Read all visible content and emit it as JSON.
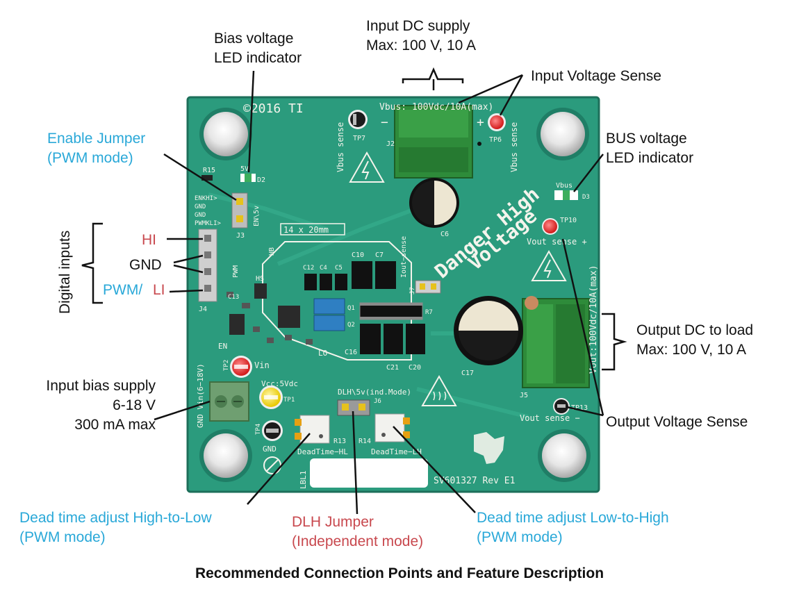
{
  "caption": "Recommended Connection Points and Feature Description",
  "colors": {
    "board": "#2b9b7d",
    "board_dark": "#1f7e66",
    "silkscreen": "#f4f4ec",
    "connector_green": "#2e8b3a",
    "callout_blue": "#29a8d8",
    "callout_red": "#c8484e",
    "callout_black": "#111111"
  },
  "callouts": {
    "bias_led": {
      "line1": "Bias voltage",
      "line2": "LED indicator"
    },
    "input_dc": {
      "line1": "Input  DC supply",
      "line2": "Max:  100 V, 10 A"
    },
    "input_sense": "Input  Voltage Sense",
    "bus_led": {
      "line1": "BUS voltage",
      "line2": "LED indicator"
    },
    "enable_jumper": {
      "line1": "Enable  Jumper",
      "line2": "(PWM mode)"
    },
    "digital_inputs": {
      "title": "Digital inputs",
      "hi": "HI",
      "gnd": "GND",
      "pwm": "PWM/",
      "li": "LI"
    },
    "output_dc": {
      "line1": "Output  DC to load",
      "line2": "Max:  100 V, 10 A"
    },
    "input_bias": {
      "line1": "Input  bias supply",
      "line2": "6-18 V",
      "line3": "300 mA max"
    },
    "output_sense": "Output  Voltage Sense",
    "deadtime_hl": {
      "line1": "Dead time  adjust  High-to-Low",
      "line2": "(PWM mode)"
    },
    "dlh_jumper": {
      "line1": "DLH Jumper",
      "line2": "(Independent  mode)"
    },
    "deadtime_lh": {
      "line1": "Dead time  adjust  Low-to-High",
      "line2": "(PWM mode)"
    }
  },
  "silkscreen": {
    "copyright": "©2016  TI",
    "vbus_rating": "Vbus: 100Vdc/10A(max)",
    "tp7": "TP7",
    "tp6": "TP6",
    "j2": "J2",
    "vbus_sense_left": "Vbus sense",
    "vbus_sense_right": "Vbus sense",
    "minus": "−",
    "plus": "+",
    "r15": "R15",
    "d2_5v": "5V",
    "d2": "D2",
    "en_hi": "ENKHI>",
    "gnd1": "GND",
    "gnd2": "GND",
    "pwm_li": "PWMKLI>",
    "en5v": "EN\\5v",
    "j3": "J3",
    "j4": "J4",
    "size": "14 x 20mm",
    "hb": "HB",
    "pwm": "PWM",
    "c6": "C6",
    "iout_sense": "Iout−sense",
    "j7": "J7",
    "danger1": "Danger  High",
    "danger2": "Voltage",
    "vbus_led": "Vbus",
    "d3": "D3",
    "tp10": "TP10",
    "vout_sense_top": "Vout sense  +",
    "c10": "C10",
    "c7": "C7",
    "c12": "C12",
    "c4": "C4",
    "c5": "C5",
    "c13": "C13",
    "q1": "Q1",
    "q2": "Q2",
    "r7": "R7",
    "c16": "C16",
    "c21": "C21",
    "c20": "C20",
    "c17": "C17",
    "vout_rating": "Vout:100Vdc/10A(max)",
    "j5": "J5",
    "tp13": "TP13",
    "vout_sense_bottom": "Vout sense  −",
    "en": "EN",
    "tp2": "TP2",
    "vin": "Vin",
    "vin_range": "GND  Vin(6−18V)",
    "vcc": "Vcc:5Vdc",
    "tp1": "TP1",
    "tp4": "TP4",
    "gnd3": "GND",
    "dlh5v": "DLH\\5v(ind.Mode)",
    "j6": "J6",
    "r13": "R13",
    "r14": "R14",
    "deadtime_hl": "DeadTime−HL",
    "deadtime_lh": "DeadTime−LH",
    "lbl1": "LBL1",
    "lo": "LO",
    "hs": "HS",
    "board_id": "SV601327  Rev  E1"
  }
}
